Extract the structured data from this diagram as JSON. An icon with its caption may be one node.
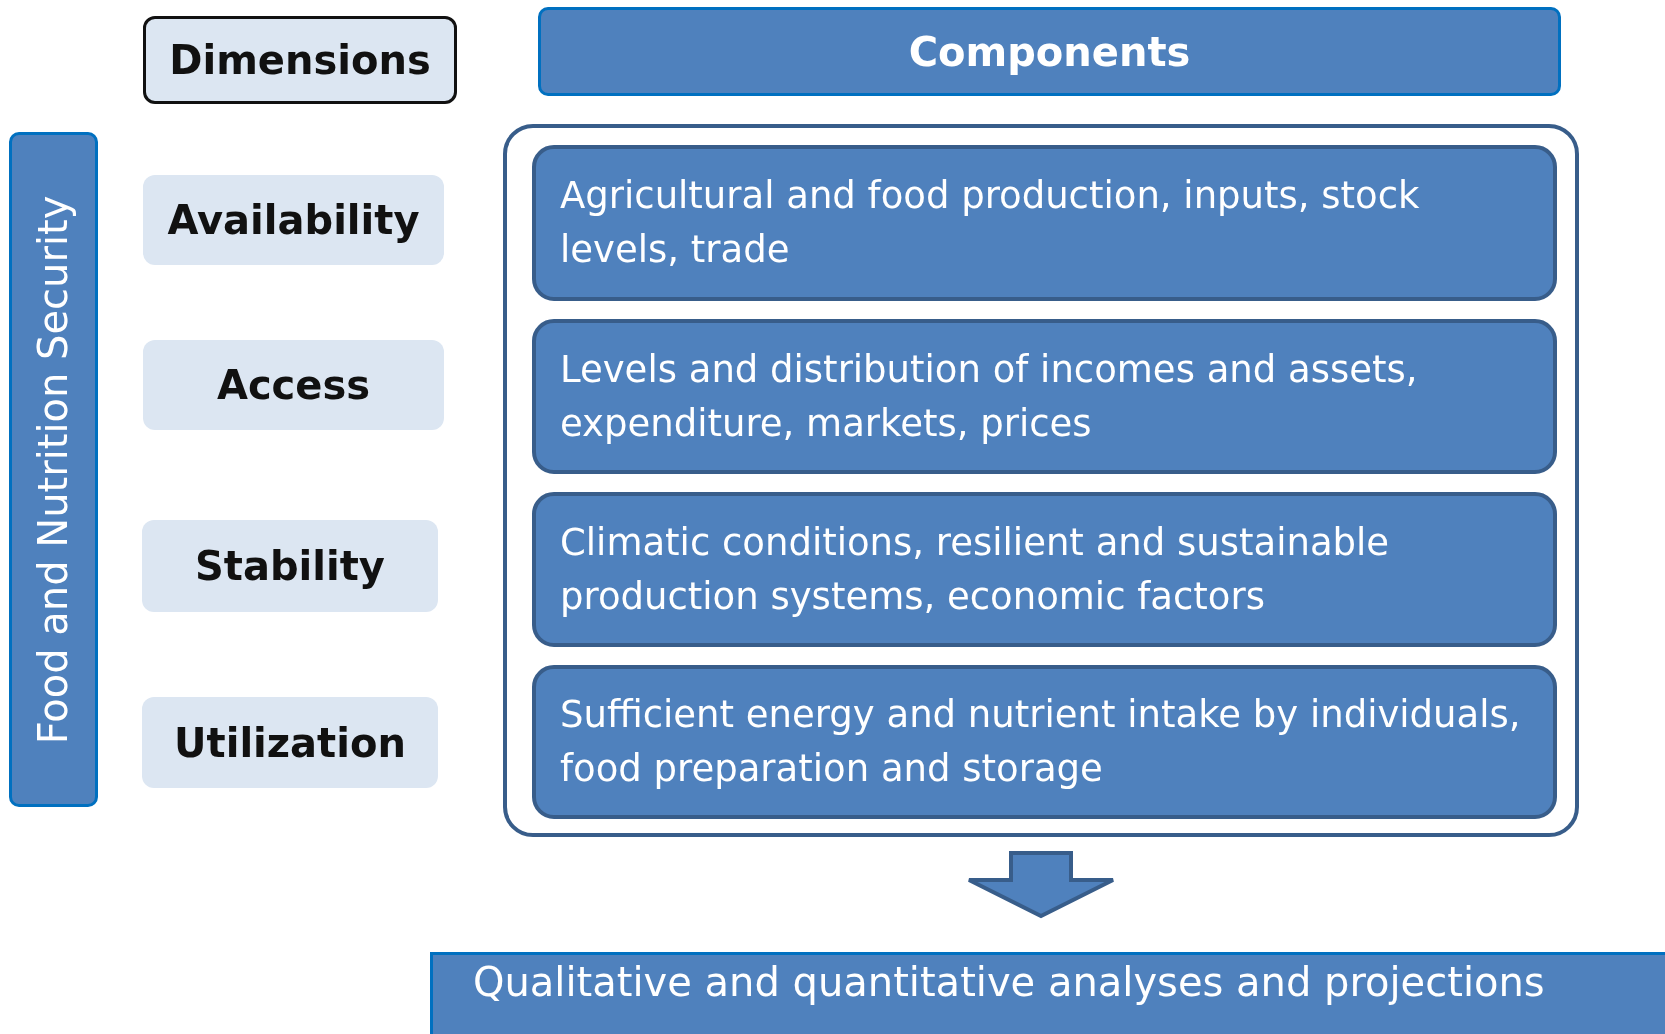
{
  "diagram": {
    "nodes": [
      {
        "text": [
          "Dimensions"
        ]
      },
      {
        "text": [
          "Components"
        ]
      },
      {
        "text": [
          "Food and Nutrition Security"
        ]
      },
      {
        "text": [
          "Availability"
        ]
      },
      {
        "text": [
          "Access"
        ]
      },
      {
        "text": [
          "Stability"
        ]
      },
      {
        "text": [
          "Utilization"
        ]
      },
      {
        "text": [],
        "shape": "box"
      },
      {
        "text": [
          "Agricultural and food production, inputs, stock levels, trade"
        ],
        "in": 7
      },
      {
        "text": [
          "Levels and distribution of incomes and assets, expenditure, markets, prices"
        ],
        "in": 7
      },
      {
        "text": [
          "Climatic conditions, resilient and sustainable production systems, economic factors"
        ],
        "in": 7
      },
      {
        "text": [
          "Sufficient energy and nutrient intake by individuals, food preparation and storage"
        ],
        "in": 7
      },
      {
        "text": [
          "Qualitative and quantitative analyses and projections"
        ]
      }
    ],
    "edges": [
      {
        "from": 7,
        "to": 12,
        "arrow": "to",
        "style": "thick"
      }
    ]
  }
}
